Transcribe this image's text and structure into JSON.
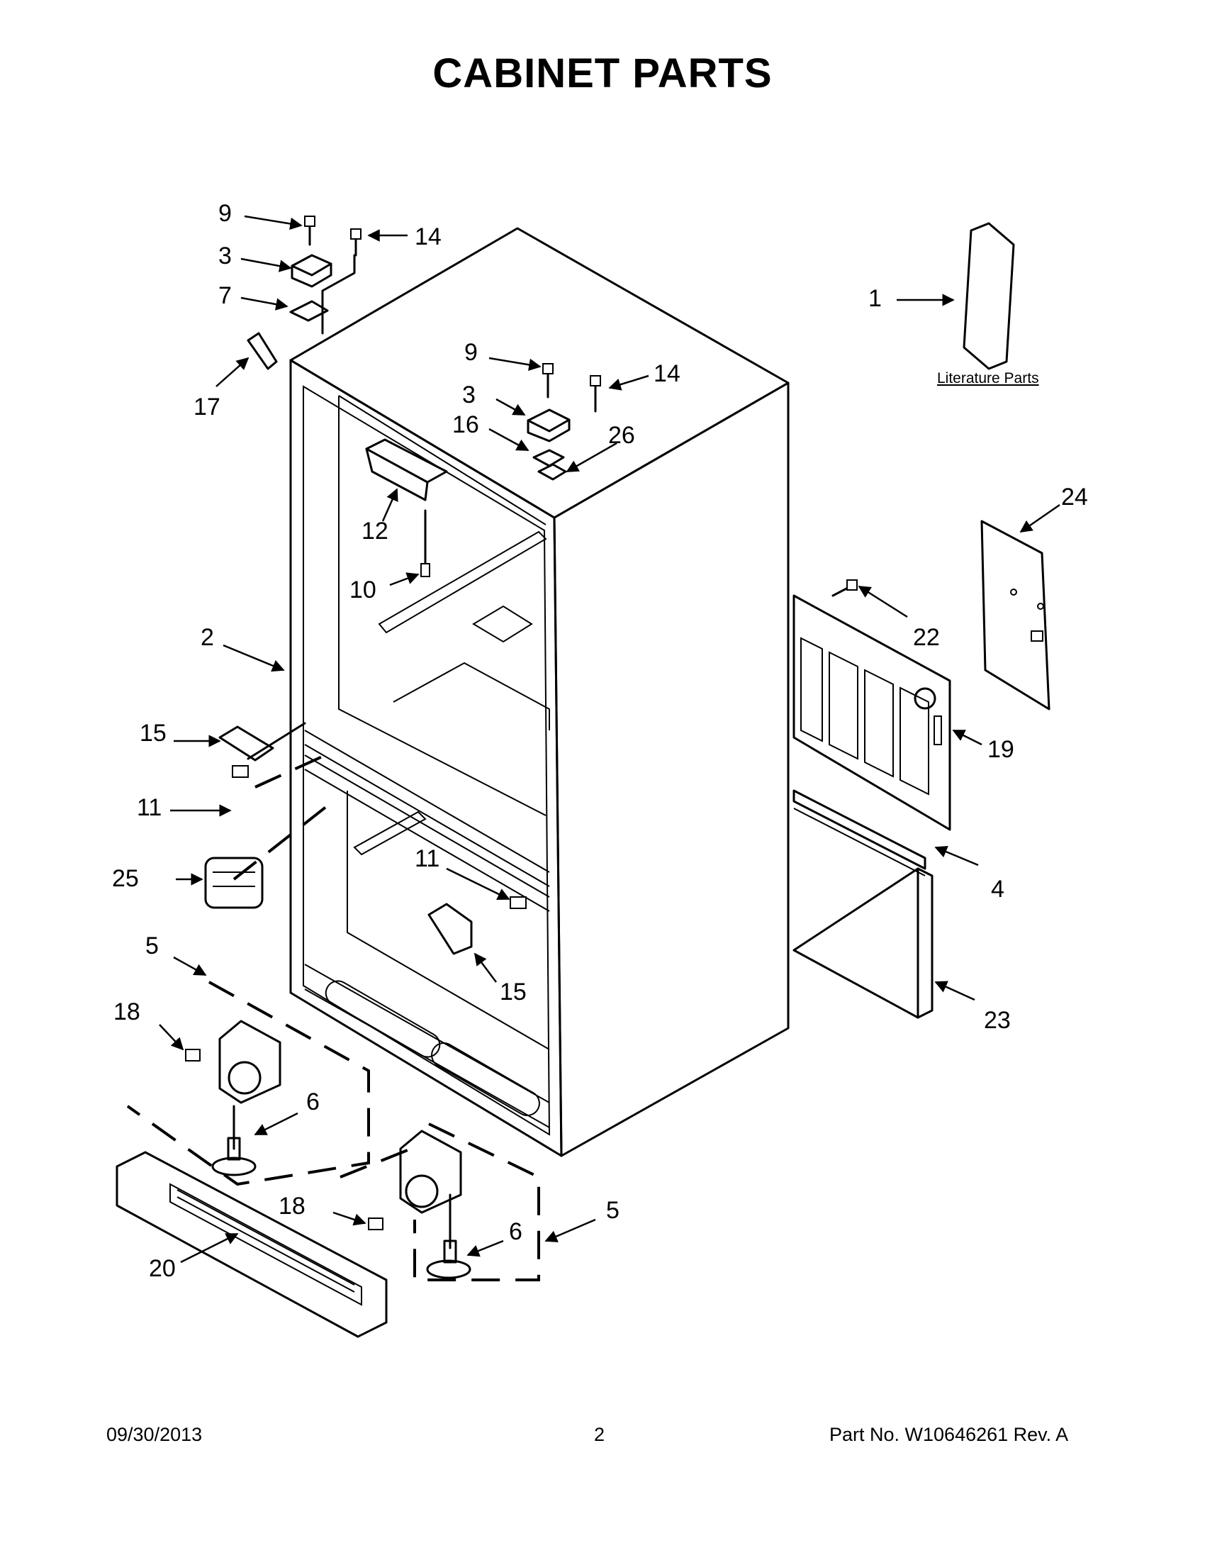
{
  "title": "CABINET PARTS",
  "literature_label": "Literature Parts",
  "footer": {
    "date": "09/30/2013",
    "page": "2",
    "part_no": "Part No.  W10646261  Rev.  A"
  },
  "callouts": [
    {
      "id": "c9a",
      "text": "9"
    },
    {
      "id": "c14a",
      "text": "14"
    },
    {
      "id": "c3a",
      "text": "3"
    },
    {
      "id": "c7",
      "text": "7"
    },
    {
      "id": "c17",
      "text": "17"
    },
    {
      "id": "c9b",
      "text": "9"
    },
    {
      "id": "c14b",
      "text": "14"
    },
    {
      "id": "c3b",
      "text": "3"
    },
    {
      "id": "c16",
      "text": "16"
    },
    {
      "id": "c26",
      "text": "26"
    },
    {
      "id": "c12",
      "text": "12"
    },
    {
      "id": "c10",
      "text": "10"
    },
    {
      "id": "c2",
      "text": "2"
    },
    {
      "id": "c15a",
      "text": "15"
    },
    {
      "id": "c11a",
      "text": "11"
    },
    {
      "id": "c25",
      "text": "25"
    },
    {
      "id": "c11b",
      "text": "11"
    },
    {
      "id": "c15b",
      "text": "15"
    },
    {
      "id": "c5a",
      "text": "5"
    },
    {
      "id": "c18a",
      "text": "18"
    },
    {
      "id": "c6a",
      "text": "6"
    },
    {
      "id": "c20",
      "text": "20"
    },
    {
      "id": "c18b",
      "text": "18"
    },
    {
      "id": "c6b",
      "text": "6"
    },
    {
      "id": "c5b",
      "text": "5"
    },
    {
      "id": "c1",
      "text": "1"
    },
    {
      "id": "c24",
      "text": "24"
    },
    {
      "id": "c22",
      "text": "22"
    },
    {
      "id": "c19",
      "text": "19"
    },
    {
      "id": "c4",
      "text": "4"
    },
    {
      "id": "c23",
      "text": "23"
    }
  ]
}
